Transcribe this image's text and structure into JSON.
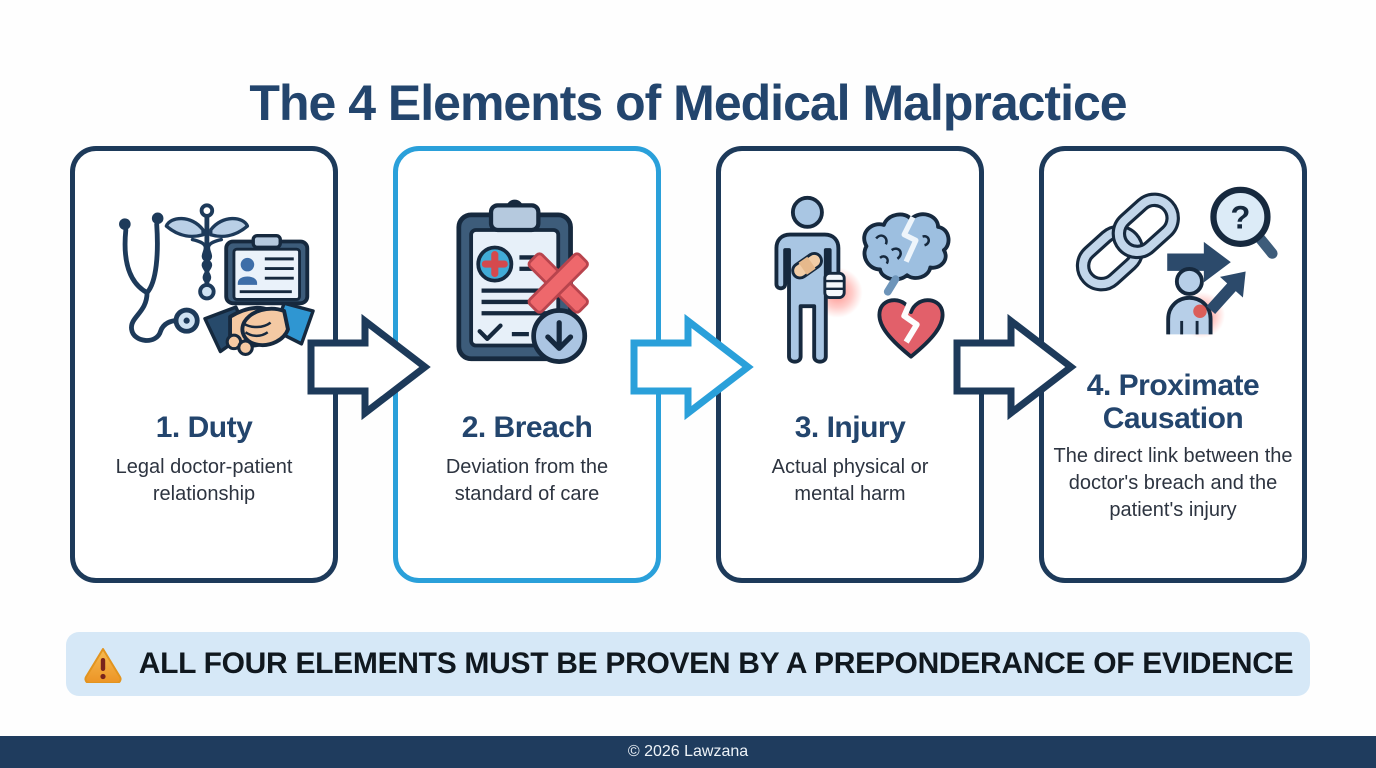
{
  "page": {
    "title": "The 4 Elements of Medical Malpractice"
  },
  "colors": {
    "page_bg": "#fefefe",
    "navy": "#1d3a5a",
    "accent_blue": "#2aa0da",
    "heading": "#23456d",
    "body_text": "#2d3440",
    "banner_bg": "#d6e8f7",
    "banner_text": "#10181f",
    "warning_orange": "#f2a93b",
    "footer_bg": "#1f3c5e",
    "footer_text": "#eef3f8",
    "red": "#e8636a",
    "light_blue_fill": "#a9c6e3"
  },
  "cards": [
    {
      "heading": "1. Duty",
      "description": "Legal doctor-patient relationship",
      "icon": "stethoscope-caduceus-handshake-icon",
      "border": "navy"
    },
    {
      "heading": "2. Breach",
      "description": "Deviation from the standard of care",
      "icon": "clipboard-error-icon",
      "border": "accent_blue"
    },
    {
      "heading": "3. Injury",
      "description": "Actual physical or mental harm",
      "icon": "injured-person-brain-broken-heart-icon",
      "border": "navy"
    },
    {
      "heading": "4. Proximate Causation",
      "description": "The direct link between the doctor's breach and the patient's injury",
      "icon": "chain-magnifier-person-icon",
      "border": "navy"
    }
  ],
  "arrows": [
    {
      "direction": "right",
      "color": "navy"
    },
    {
      "direction": "right",
      "color": "accent_blue"
    },
    {
      "direction": "right",
      "color": "navy"
    }
  ],
  "banner": {
    "icon": "warning-icon",
    "text": "ALL FOUR ELEMENTS MUST BE PROVEN BY A PREPONDERANCE OF EVIDENCE"
  },
  "footer": {
    "text": "© 2026 Lawzana"
  }
}
